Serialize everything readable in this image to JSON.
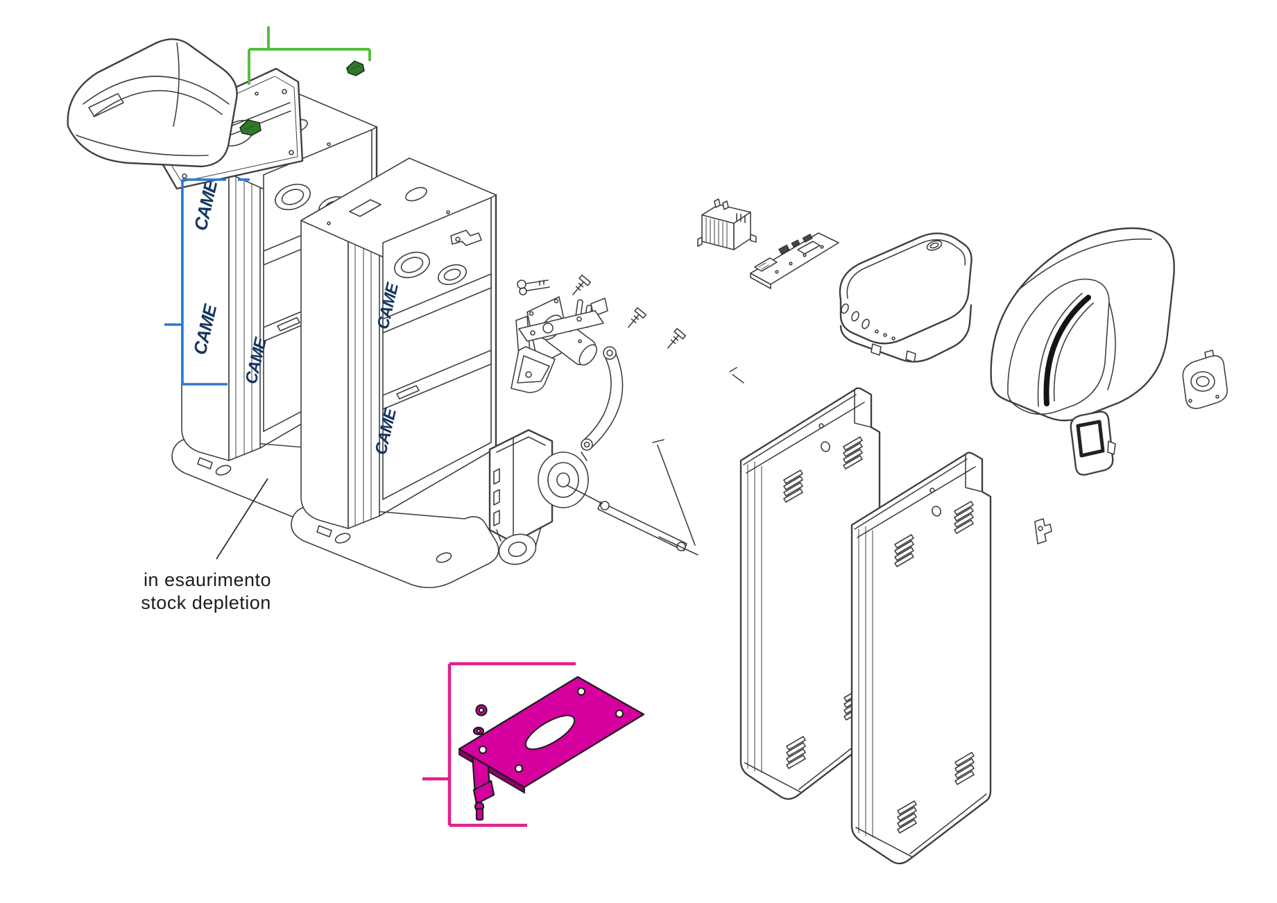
{
  "diagram": {
    "annotation_line1": "in esaurimento",
    "annotation_line2": "stock depletion",
    "brand_logo": "CAME"
  },
  "colors": {
    "background": "#ffffff",
    "line": "#3f3f3f",
    "highlight_green": "#55bf3f",
    "clip_green": "#2f7a2a",
    "highlight_blue": "#2b78d4",
    "logo_navy": "#16355f",
    "highlight_magenta": "#d5009e",
    "magenta_dark": "#8f006b",
    "bracket_magenta": "#e0218a"
  }
}
